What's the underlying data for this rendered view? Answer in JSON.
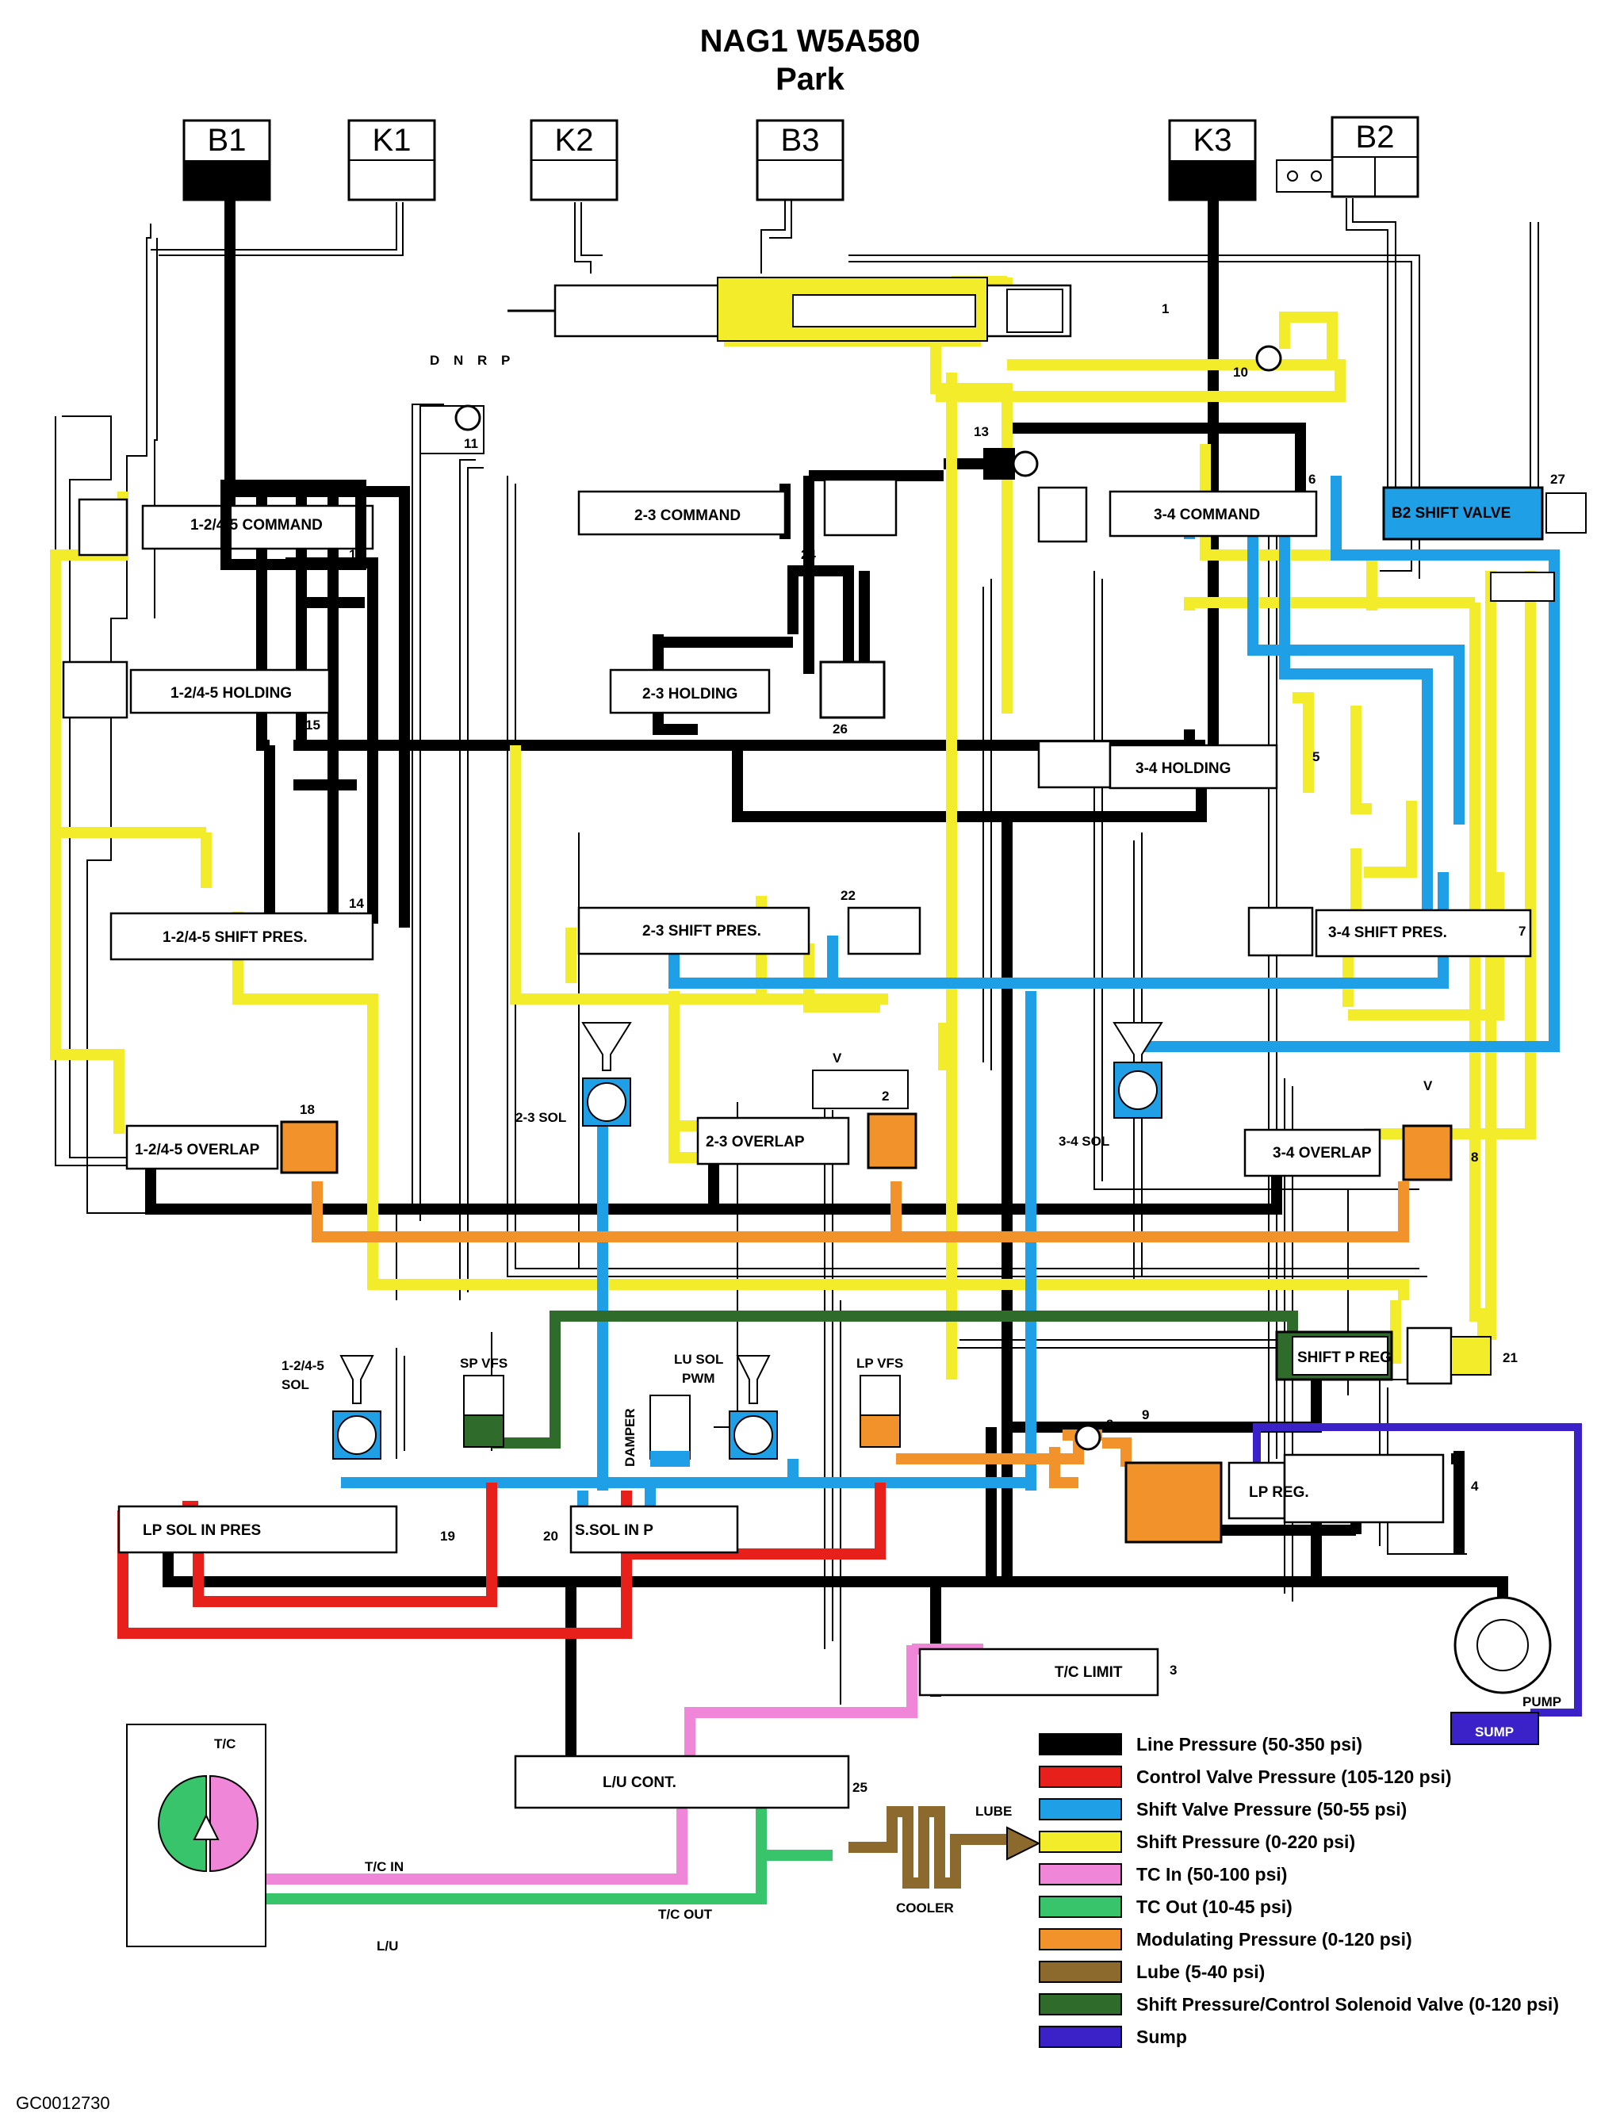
{
  "title": "NAG1 W5A580",
  "subtitle": "Park",
  "footer_code": "GC0012730",
  "colors": {
    "line": "#000000",
    "control": "#e8201c",
    "shift_valve": "#1e9fe6",
    "shift_pressure": "#f2ec2a",
    "tc_in": "#ef86d8",
    "tc_out": "#37c46a",
    "modulating": "#f2922a",
    "lube": "#8c6a2e",
    "shift_solenoid": "#2f6b2a",
    "sump": "#3a22c8"
  },
  "elements": {
    "B1": "B1",
    "K1": "K1",
    "K2": "K2",
    "B3": "B3",
    "K3": "K3",
    "B2": "B2"
  },
  "range": {
    "D": "D",
    "N": "N",
    "R": "R",
    "P": "P"
  },
  "valves": {
    "cmd_1245": "1-2/4-5 COMMAND",
    "hold_1245": "1-2/4-5 HOLDING",
    "shift_1245": "1-2/4-5 SHIFT PRES.",
    "overlap_1245": "1-2/4-5 OVERLAP",
    "cmd_23": "2-3 COMMAND",
    "hold_23": "2-3 HOLDING",
    "shift_23": "2-3 SHIFT PRES.",
    "overlap_23": "2-3 OVERLAP",
    "cmd_34": "3-4 COMMAND",
    "hold_34": "3-4 HOLDING",
    "shift_34": "3-4 SHIFT PRES.",
    "overlap_34": "3-4 OVERLAP",
    "b2_shift": "B2 SHIFT VALVE",
    "shift_p_reg": "SHIFT P REG",
    "lp_reg": "LP REG.",
    "lp_sol_in": "LP SOL IN PRES",
    "s_sol_in": "S.SOL IN P",
    "tc_limit": "T/C LIMIT",
    "lu_cont": "L/U CONT."
  },
  "solenoids": {
    "sol_23": "2-3 SOL",
    "sol_34": "3-4 SOL",
    "sol_1245_a": "1-2/4-5",
    "sol_1245_b": "SOL",
    "sp_vfs": "SP VFS",
    "lu_sol_a": "LU SOL",
    "lu_sol_b": "PWM",
    "lp_vfs": "LP VFS",
    "damper": "DAMPER"
  },
  "misc": {
    "tc": "T/C",
    "tc_in": "T/C IN",
    "tc_out": "T/C OUT",
    "lu": "L/U",
    "cooler": "COOLER",
    "lube": "LUBE",
    "pump": "PUMP",
    "sump": "SUMP",
    "v": "V"
  },
  "numbers": [
    "1",
    "2",
    "3",
    "4",
    "5",
    "6",
    "7",
    "8",
    "9",
    "10",
    "11",
    "13",
    "14",
    "15",
    "18",
    "19",
    "20",
    "21",
    "22",
    "24",
    "25",
    "26",
    "27"
  ],
  "legend": [
    {
      "label": "Line Pressure (50-350 psi)",
      "color": "#000000"
    },
    {
      "label": "Control Valve Pressure (105-120 psi)",
      "color": "#e8201c"
    },
    {
      "label": "Shift Valve Pressure (50-55 psi)",
      "color": "#1e9fe6"
    },
    {
      "label": "Shift Pressure (0-220 psi)",
      "color": "#f2ec2a"
    },
    {
      "label": "TC In (50-100 psi)",
      "color": "#ef86d8"
    },
    {
      "label": "TC Out (10-45 psi)",
      "color": "#37c46a"
    },
    {
      "label": "Modulating Pressure (0-120 psi)",
      "color": "#f2922a"
    },
    {
      "label": "Lube (5-40 psi)",
      "color": "#8c6a2e"
    },
    {
      "label": "Shift Pressure/Control Solenoid Valve (0-120 psi)",
      "color": "#2f6b2a"
    },
    {
      "label": "Sump",
      "color": "#3a22c8"
    }
  ]
}
